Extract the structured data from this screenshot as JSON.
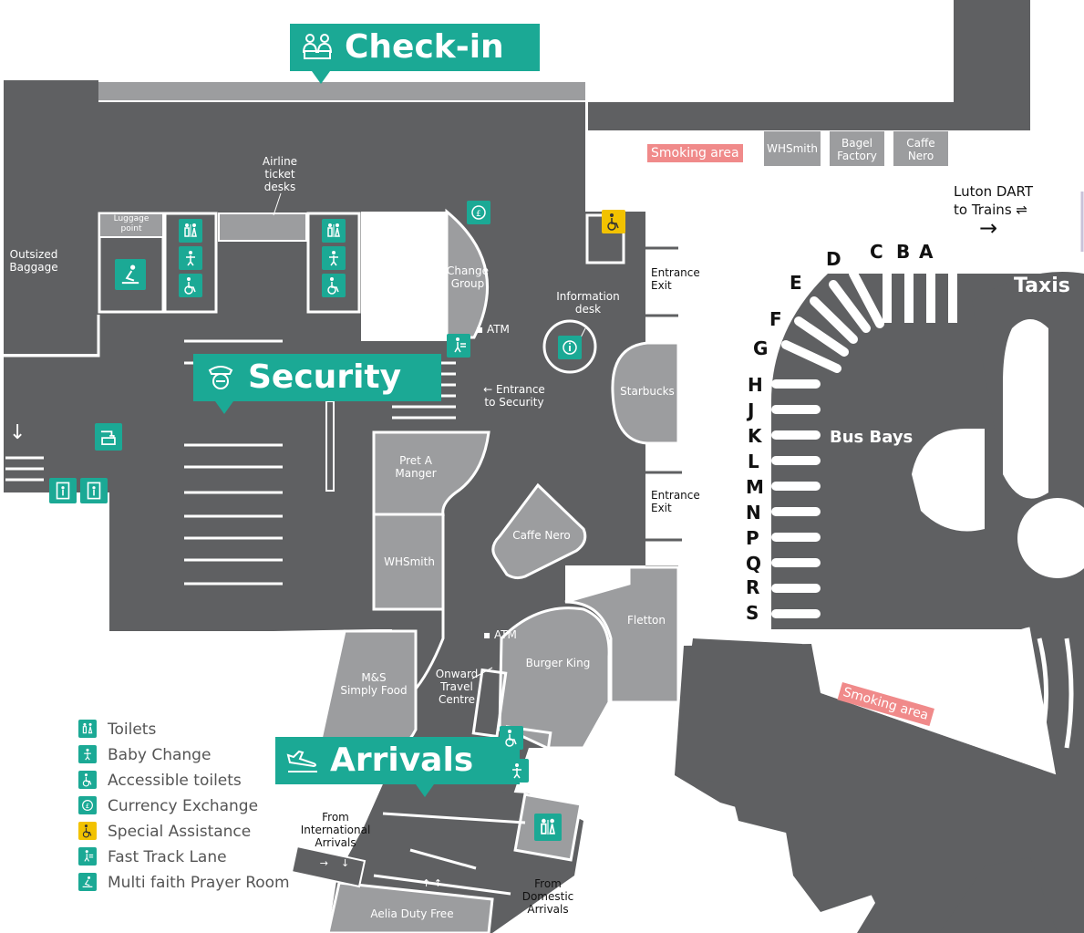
{
  "titles": {
    "checkin": "Check-in",
    "security": "Security",
    "arrivals": "Arrivals",
    "taxis": "Taxis",
    "bus_bays": "Bus Bays"
  },
  "labels": {
    "airline_ticket_desks": "Airline\nticket\ndesks",
    "outsized_baggage": "Outsized\nBaggage",
    "luggage_point": "Luggage\npoint",
    "change_group": "Change\nGroup",
    "atm": "ATM",
    "information_desk": "Information\ndesk",
    "entrance_exit": "Entrance\nExit",
    "starbucks": "Starbucks",
    "entrance_to_security": "← Entrance\nto Security",
    "pret_a_manger": "Pret A\nManger",
    "whsmith": "WHSmith",
    "caffe_nero": "Caffe Nero",
    "ms_simply_food": "M&S\nSimply Food",
    "onward_travel_centre": "Onward\nTravel\nCentre",
    "burger_king": "Burger King",
    "fletton": "Fletton",
    "from_international_arrivals": "From\nInternational\nArrivals",
    "from_domestic_arrivals": "From\nDomestic\nArrivals",
    "aelia_duty_free": "Aelia Duty Free",
    "smoking_area": "Smoking area",
    "bagel_factory": "Bagel\nFactory",
    "caffe_nero_top": "Caffe\nNero",
    "luton_dart": "Luton DART\nto Trains ⇌",
    "arrow_right": "→",
    "arrow_down": "↓"
  },
  "bus_bay_letters": [
    "A",
    "B",
    "C",
    "D",
    "E",
    "F",
    "G",
    "H",
    "J",
    "K",
    "L",
    "M",
    "N",
    "P",
    "Q",
    "R",
    "S"
  ],
  "legend": [
    {
      "icon": "toilets-icon",
      "label": "Toilets",
      "color": "#1ba995"
    },
    {
      "icon": "baby-change-icon",
      "label": "Baby Change",
      "color": "#1ba995"
    },
    {
      "icon": "accessible-toilets-icon",
      "label": "Accessible toilets",
      "color": "#1ba995"
    },
    {
      "icon": "currency-exchange-icon",
      "label": "Currency Exchange",
      "color": "#1ba995"
    },
    {
      "icon": "special-assistance-icon",
      "label": "Special Assistance",
      "color": "#f2c200"
    },
    {
      "icon": "fast-track-lane-icon",
      "label": "Fast Track Lane",
      "color": "#1ba995"
    },
    {
      "icon": "prayer-room-icon",
      "label": "Multi faith Prayer Room",
      "color": "#1ba995"
    }
  ],
  "colors": {
    "floor": "#5f6062",
    "shop": "#9c9d9f",
    "accent": "#1ba995",
    "assist": "#f2c200",
    "smoking": "#f08a8a"
  }
}
